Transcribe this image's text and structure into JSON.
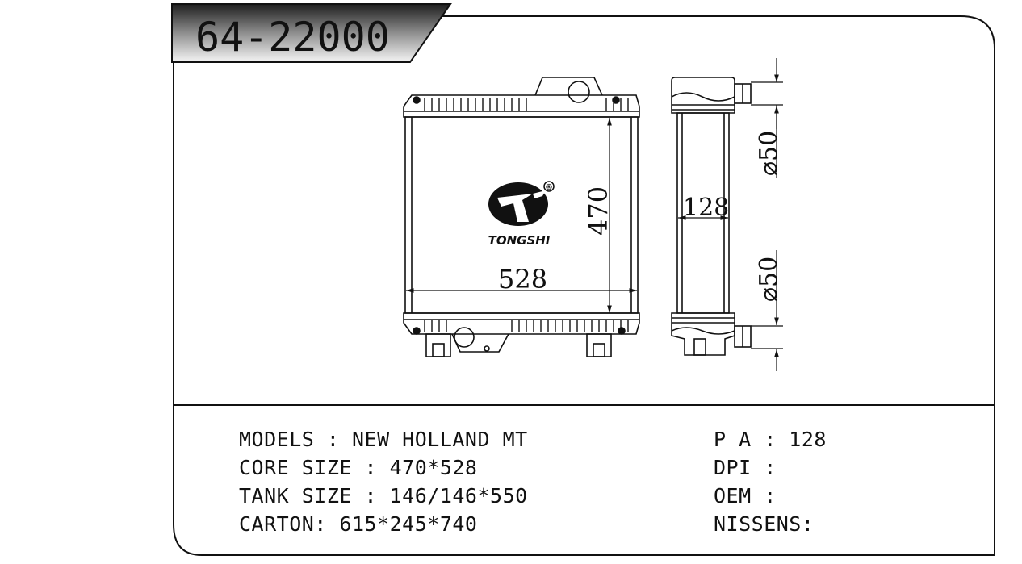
{
  "part_number": "64-22000",
  "brand": {
    "name": "TONGSHI",
    "registered_mark": "®"
  },
  "dimensions": {
    "height": "470",
    "width": "528",
    "depth": "128",
    "inlet_diameter": "⌀50",
    "outlet_diameter": "⌀50"
  },
  "specs_left": [
    {
      "label": "MODELS : NEW HOLLAND MT"
    },
    {
      "label": "CORE SIZE : 470*528"
    },
    {
      "label": "TANK SIZE : 146/146*550"
    },
    {
      "label": "CARTON: 615*245*740"
    }
  ],
  "specs_right": [
    {
      "label": "P A : 128"
    },
    {
      "label": "DPI :"
    },
    {
      "label": "OEM :"
    },
    {
      "label": "NISSENS:"
    }
  ],
  "colors": {
    "line": "#111111",
    "banner_dark": "#2a2a2a",
    "banner_light": "#f0f0f0"
  }
}
